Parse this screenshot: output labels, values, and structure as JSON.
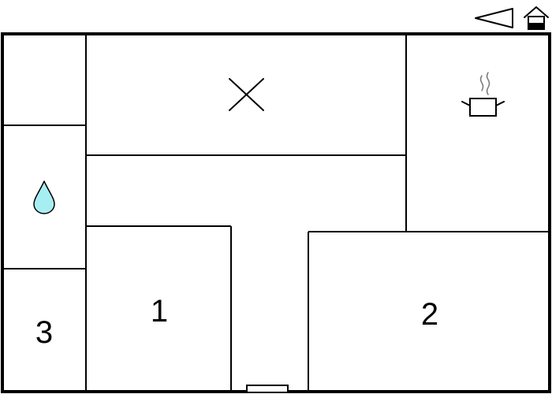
{
  "floor_plan": {
    "rooms": [
      {
        "id": "room-1",
        "label": "1"
      },
      {
        "id": "room-2",
        "label": "2"
      },
      {
        "id": "room-3",
        "label": "3"
      }
    ]
  },
  "icons": {
    "compass": "compass-arrow-icon",
    "house": "house-icon",
    "living": "cross-icon",
    "kitchen": "cooking-pot-icon",
    "bathroom": "water-drop-icon"
  },
  "colors": {
    "wall": "#000000",
    "water_drop": "#a7eef3",
    "steam": "#777777"
  }
}
